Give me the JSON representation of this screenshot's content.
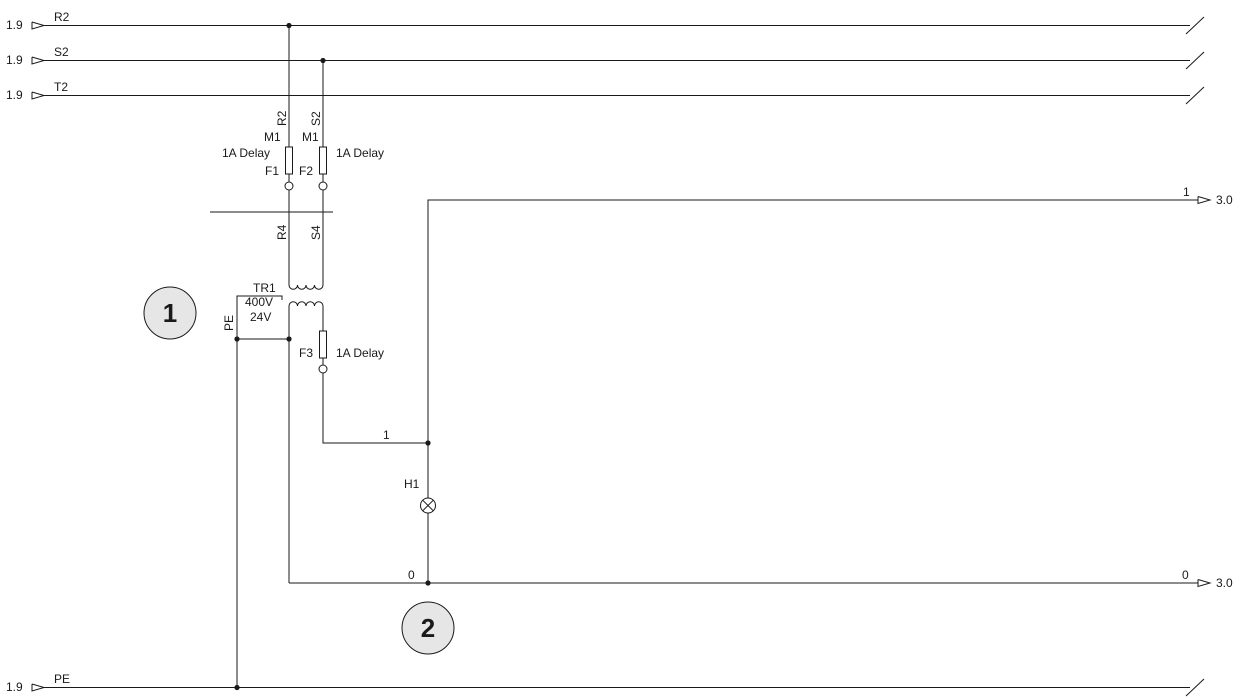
{
  "supply": {
    "r2": {
      "ref": "1.9",
      "label": "R2"
    },
    "s2": {
      "ref": "1.9",
      "label": "S2"
    },
    "t2": {
      "ref": "1.9",
      "label": "T2"
    },
    "pe": {
      "ref": "1.9",
      "label": "PE"
    }
  },
  "fuse_f1": {
    "wire_in": "R2",
    "source": "M1",
    "rating": "1A Delay",
    "name": "F1",
    "wire_out": "R4"
  },
  "fuse_f2": {
    "wire_in": "S2",
    "source": "M1",
    "rating": "1A Delay",
    "name": "F2",
    "wire_out": "S4"
  },
  "transformer": {
    "name": "TR1",
    "primary": "400V",
    "secondary": "24V",
    "pe_label": "PE"
  },
  "fuse_f3": {
    "name": "F3",
    "rating": "1A Delay"
  },
  "wire_1_label": "1",
  "wire_0_label": "0",
  "lamp": {
    "name": "H1"
  },
  "outputs": {
    "line_1": {
      "wire": "1",
      "ref": "3.0"
    },
    "line_0": {
      "wire": "0",
      "ref": "3.0"
    }
  },
  "callouts": {
    "one": "1",
    "two": "2"
  },
  "colors": {
    "line": "#1a1a1a",
    "callout_fill": "#e6e6e6"
  }
}
